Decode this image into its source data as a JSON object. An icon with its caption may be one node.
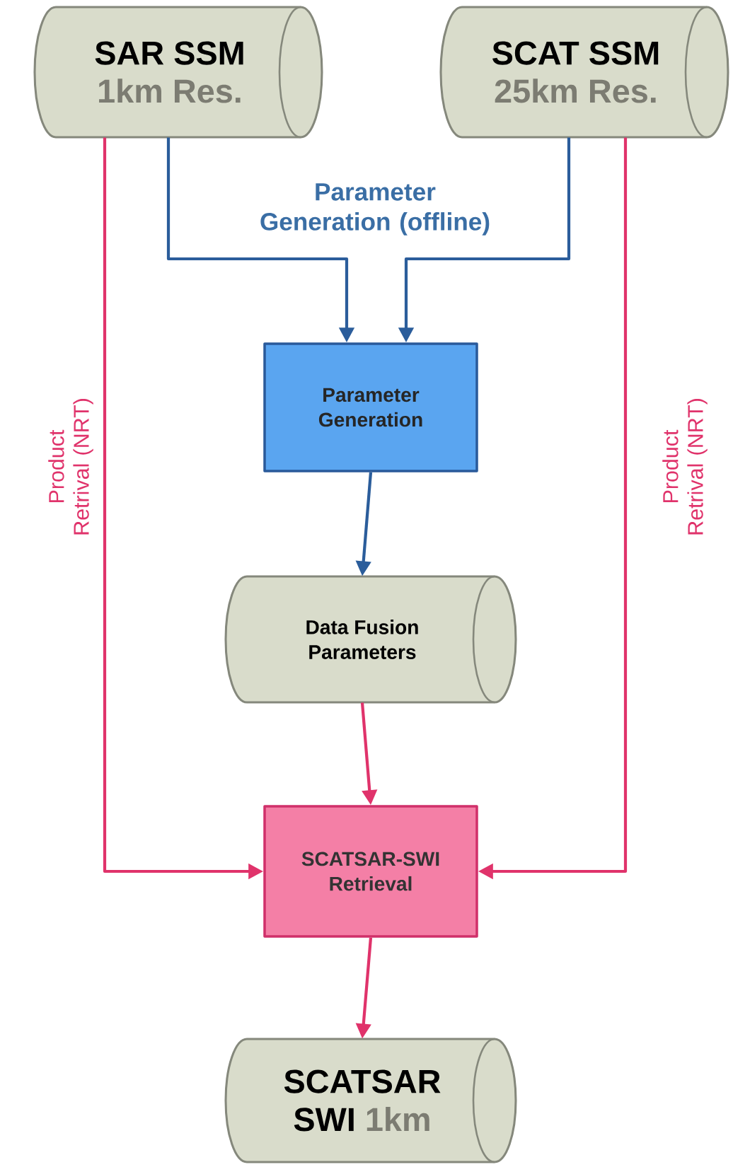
{
  "diagram": {
    "nodes": [
      {
        "text": [
          "SAR SSM",
          "1km Res."
        ]
      },
      {
        "text": [
          "SCAT SSM",
          "25km Res."
        ]
      },
      {
        "text": [
          "Parameter Generation"
        ]
      },
      {
        "text": [
          "Data Fusion Parameters"
        ]
      },
      {
        "text": [
          "SCATSAR-SWI Retrieval"
        ]
      },
      {
        "text": [
          "SCATSAR SWI",
          "1km"
        ]
      }
    ],
    "edges": [
      {
        "from": 0,
        "to": 2,
        "arrow": "to",
        "color": "#2b5d9b"
      },
      {
        "from": 1,
        "to": 2,
        "arrow": "to",
        "color": "#2b5d9b"
      },
      {
        "from": 2,
        "to": 3,
        "arrow": "to",
        "color": "#2b5d9b"
      },
      {
        "from": 3,
        "to": 4,
        "arrow": "to"
      },
      {
        "from": 0,
        "to": 4,
        "arrow": "to",
        "label": "Product Retrival (NRT)"
      },
      {
        "from": 1,
        "to": 4,
        "arrow": "to",
        "label": "Product Retrival (NRT)"
      },
      {
        "from": 4,
        "to": 5,
        "arrow": "to"
      }
    ],
    "labels": [
      "Parameter Generation (offline)"
    ]
  }
}
